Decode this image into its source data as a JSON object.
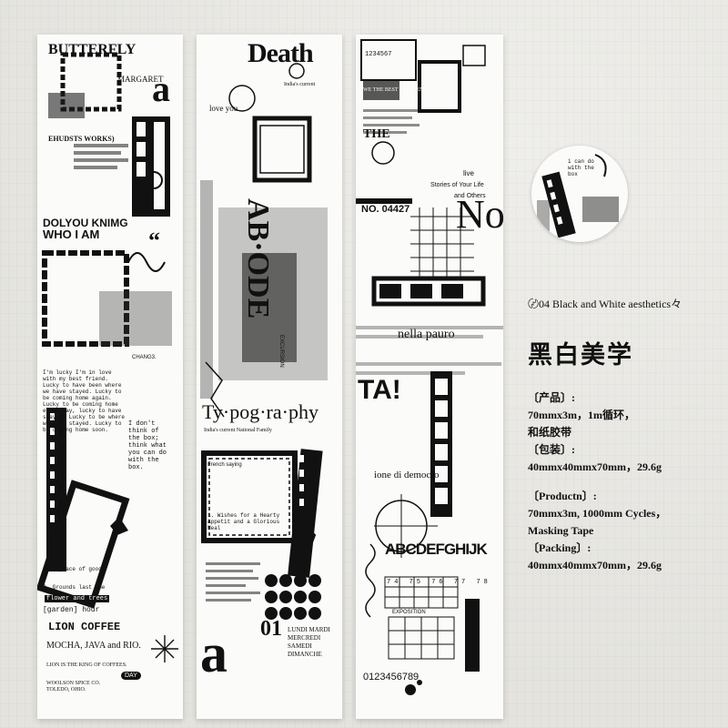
{
  "strip1": {
    "butterfly": "BUTTERFLY",
    "margaret": "MARGARET",
    "letter_a": "a",
    "works": "EHUDSTS WORKS)",
    "you_knew": "DOLYOU KNIMG",
    "who_i_am": "WHO I AM",
    "quote": "“",
    "chang": "CHANG3.",
    "lucky_text": "I'm lucky I'm in love with my best friend. Lucky to have been where we have stayed. Lucky to be coming home again. Lucky to be coming home every way, lucky to have stayed. Lucky to be where we have stayed. Lucky to be coming home soon.",
    "dont_think": "I don't think of the box; think what you can do with the box.",
    "item1": "1. A place of good",
    "item2": "2. Grounds last one",
    "flower": "flower and trees",
    "garden": "[garden] hour",
    "lion": "LION COFFEE",
    "mocha": "MOCHA, JAVA and RIO.",
    "king": "LION IS THE KING OF COFFEES.",
    "woolson": "WOOLSON SPICE CO. TOLEDO, OHIO.",
    "day": "DAY"
  },
  "strip2": {
    "death": "Death",
    "love_you": "love you",
    "indias": "India's current",
    "abode": "AB·ODE",
    "typography": "Ty·pog·ra·phy",
    "indias2": "India's current National Family",
    "french": "French saying",
    "wishes": "1. Wishes for a Hearty Appetit and a Glorious Meal",
    "letter_a": "a",
    "num": "01",
    "days": "LUNDI MARDI MERCREDI SAMEDI DIMANCHE",
    "excursion": "EXCURSION"
  },
  "strip3": {
    "numbers_top": "1234567",
    "best_friend": "WE THE BEST OF FRIEND",
    "the": "THE",
    "live": "live",
    "stories": "Stories of Your Life",
    "others": "and Others",
    "no": "NO. 04427",
    "big_no": "No",
    "nella": "nella pauro",
    "ta": "TA!",
    "democro": "ione di democro",
    "abc": "ABCDEFGHIJK",
    "table_nums": [
      "74",
      "75",
      "76",
      "77",
      "78"
    ],
    "exposition": "EXPOSITION",
    "numbers_bottom": "0123456789"
  },
  "circle": {
    "text": "i can do with the box"
  },
  "info": {
    "title": "〄04 Black and White aesthetics々",
    "title_cn": "黑白美学",
    "product_cn_label": "〔产品〕:",
    "product_cn_1": "70mmx3m，1m循环，",
    "product_cn_2": "和纸胶带",
    "pack_cn_label": "〔包装〕:",
    "pack_cn": "40mmx40mmx70mm，29.6g",
    "product_en_label": "〔Productn〕:",
    "product_en_1": "70mmx3m, 1000mm Cycles，",
    "product_en_2": "Masking Tape",
    "pack_en_label": "〔Packing〕:",
    "pack_en": "40mmx40mmx70mm，29.6g"
  },
  "colors": {
    "background": "#e7e6e1",
    "tape": "#fbfbf9",
    "ink": "#111111"
  }
}
